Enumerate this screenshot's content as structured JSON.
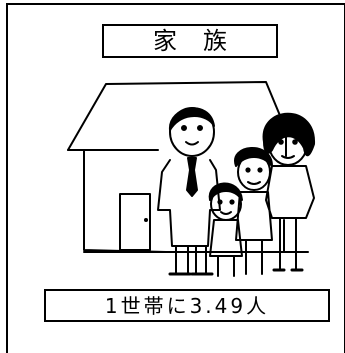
{
  "title": "家族",
  "caption": "1世帯に3.49人",
  "illustration": {
    "subject": "family-of-four-in-front-of-house",
    "line_color": "#000000",
    "background": "#ffffff"
  }
}
